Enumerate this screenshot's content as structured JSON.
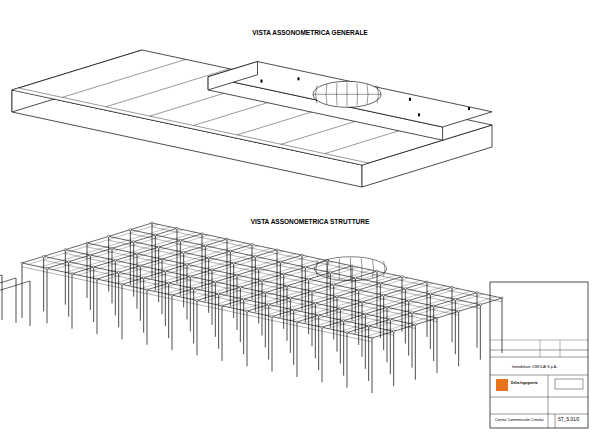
{
  "diagram": {
    "labels": [
      "VISTA ASSONOMETRICA GENERALE",
      "VISTA ASSONOMETRICA STRUTTURE",
      "Immobiliare CIMOLAI S.p.A.",
      "Delta Ingegneria",
      "Centro Commerciale Cimolai",
      "ST_S.01/0"
    ]
  }
}
